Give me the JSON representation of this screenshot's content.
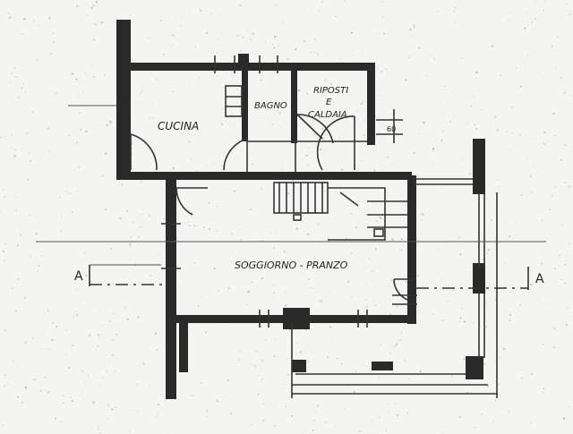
{
  "rooms": {
    "cucina": "CUCINA",
    "bagno": "BAGNO",
    "riposti_line1": "RIPOSTI",
    "riposti_line2": "E",
    "riposti_line3": "CALDAIA",
    "soggiorno": "SOGGIORNO - PRANZO"
  },
  "section": {
    "left": "A",
    "right": "A"
  },
  "notes": {
    "small_dim": "60"
  }
}
